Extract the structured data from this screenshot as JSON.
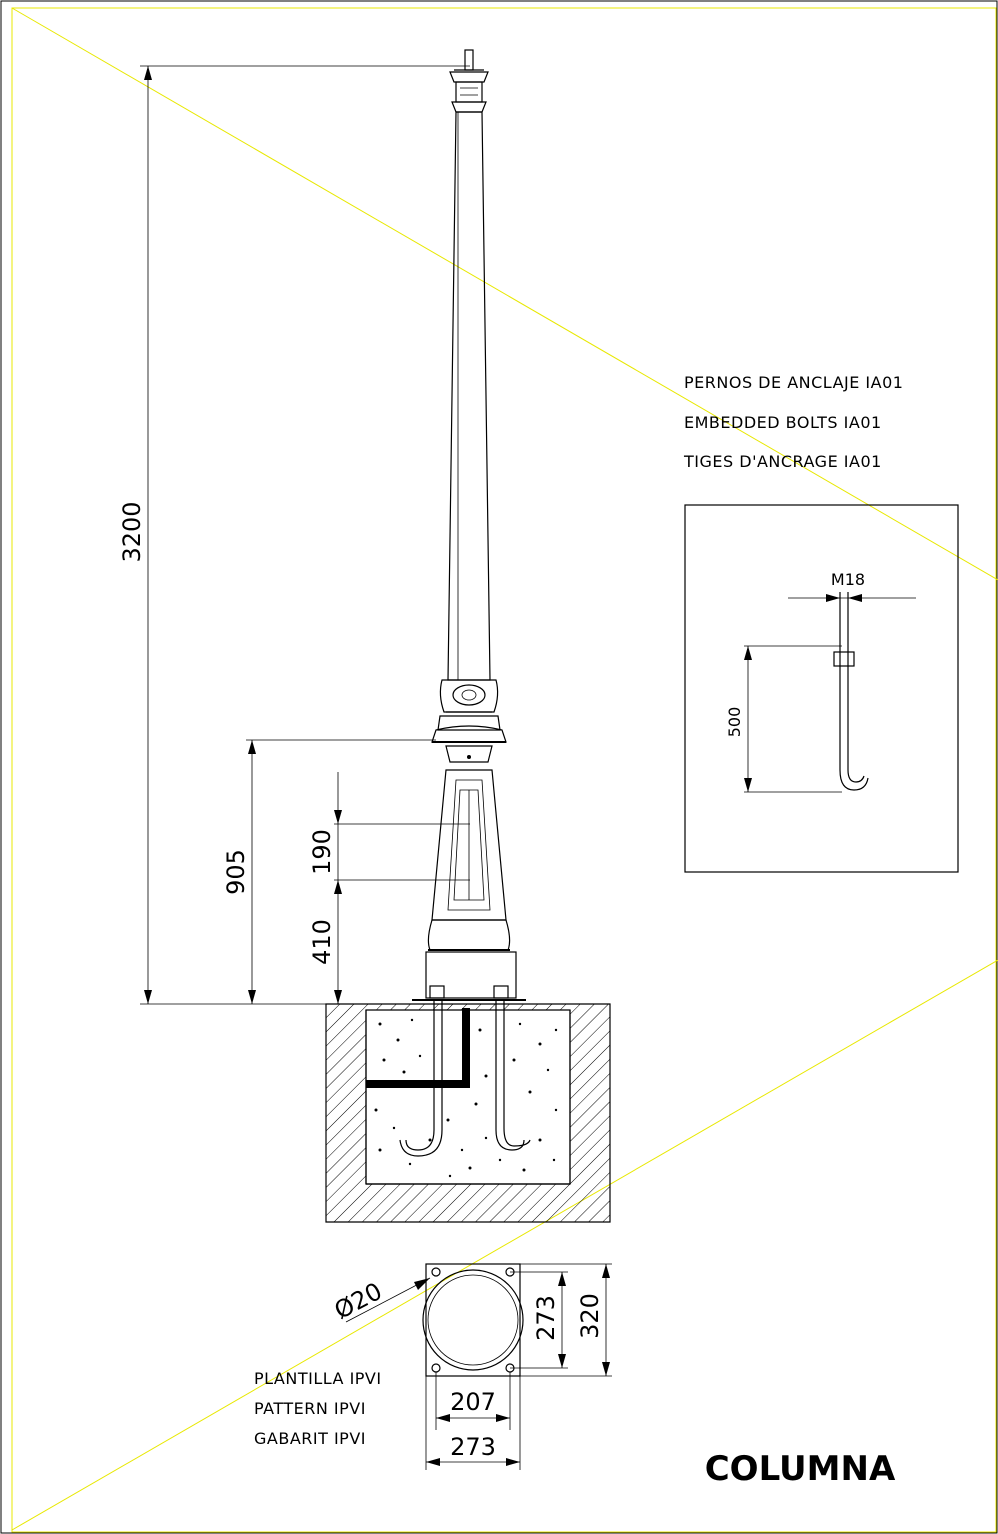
{
  "dimensions": {
    "total_height": "3200",
    "base_height": "905",
    "door_height": "190",
    "door_offset": "410",
    "bolt_length": "500",
    "bolt_thread": "M18",
    "hole_diameter": "Ø20",
    "pattern_inner_height": "273",
    "pattern_outer_height": "320",
    "pattern_inner_width": "207",
    "pattern_outer_width": "273"
  },
  "bolts_notes": [
    "PERNOS DE ANCLAJE IA01",
    "EMBEDDED BOLTS IA01",
    "TIGES D'ANCRAGE IA01"
  ],
  "pattern_notes": [
    "PLANTILLA IPVI",
    "PATTERN IPVI",
    "GABARIT IPVI"
  ],
  "title": "COLUMNA",
  "colors": {
    "border": "#e8e800",
    "lines": "#000000"
  }
}
